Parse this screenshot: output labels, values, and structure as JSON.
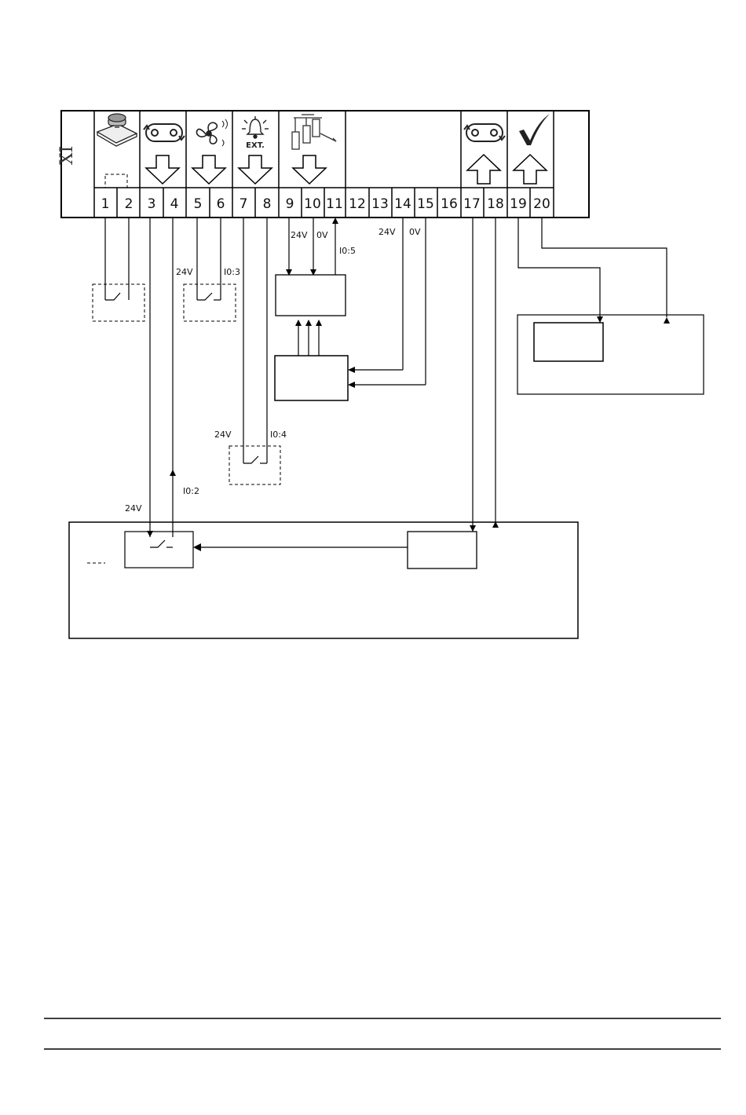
{
  "terminal_block": {
    "header": "XI",
    "terminals": [
      "1",
      "2",
      "3",
      "4",
      "5",
      "6",
      "7",
      "8",
      "9",
      "10",
      "11",
      "12",
      "13",
      "14",
      "15",
      "16",
      "17",
      "18",
      "19",
      "20"
    ],
    "ext_label": "EXT."
  },
  "icons": [
    "emergency-button-icon",
    "conveyor-rotation-icon",
    "fan-icon",
    "external-alarm-bell-icon",
    "valve-group-icon",
    "conveyor-rotation-icon",
    "checkmark-icon"
  ],
  "arrows": [
    {
      "group": "3-4",
      "direction": "down"
    },
    {
      "group": "5-6",
      "direction": "down"
    },
    {
      "group": "7-8",
      "direction": "down"
    },
    {
      "group": "9-11",
      "direction": "down"
    },
    {
      "group": "17-18",
      "direction": "up"
    },
    {
      "group": "19-20",
      "direction": "up"
    }
  ],
  "wire_labels": {
    "t4_24v": "24V",
    "t6_io3": "I0:3",
    "t9_24v": "24V",
    "t10_0v": "0V",
    "t11_io5": "I0:5",
    "t14_24v": "24V",
    "t15_0v": "0V",
    "t7_24v": "24V",
    "t8_io4": "I0:4",
    "t4_io2": "I0:2",
    "t3_24v": "24V"
  }
}
